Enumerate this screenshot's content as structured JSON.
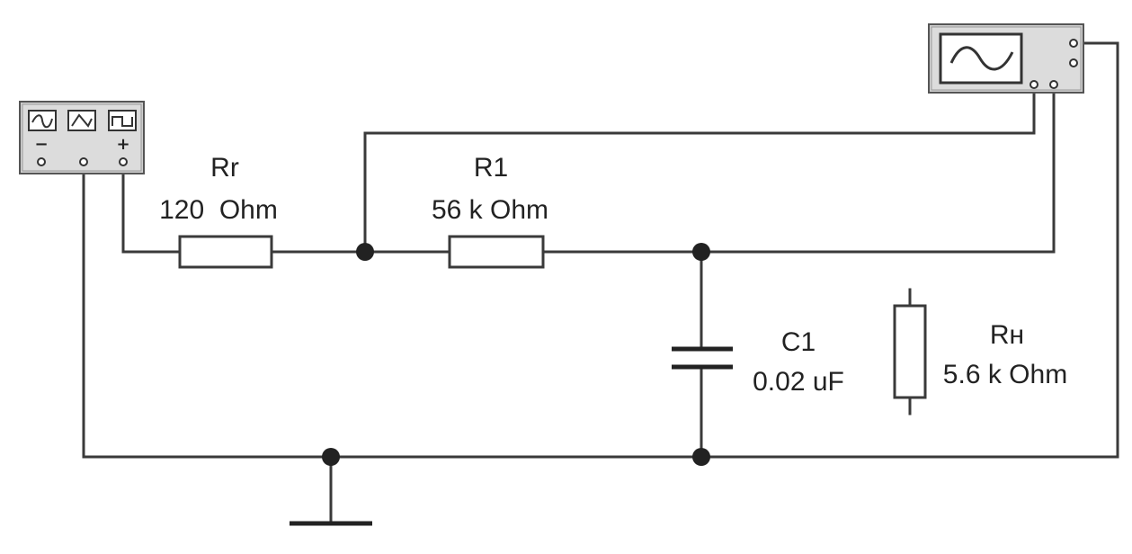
{
  "components": {
    "function_generator": {
      "minus_label": "−",
      "plus_label": "+"
    },
    "rr": {
      "name": "Rr",
      "value": "120  Ohm"
    },
    "r1": {
      "name": "R1",
      "value": "56 k Ohm"
    },
    "c1": {
      "name": "C1",
      "value": "0.02 uF"
    },
    "rn": {
      "name": "Rн",
      "value": "5.6 k Ohm"
    }
  },
  "colors": {
    "wire": "#3a3a3a",
    "instrument_body": "#d4d4d4",
    "oscilloscope_screen": "#ffffff"
  }
}
